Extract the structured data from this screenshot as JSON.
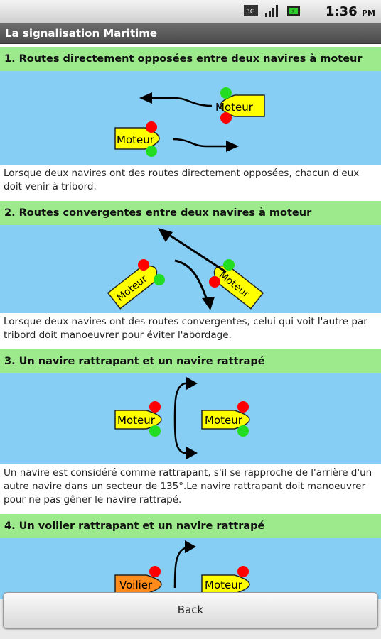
{
  "status_bar": {
    "time": "1:36",
    "time_suffix": "PM",
    "icons": [
      "sync-icon",
      "signal-icon",
      "battery-icon"
    ]
  },
  "app": {
    "title": "La signalisation Maritime"
  },
  "boat_label_moteur": "Moteur",
  "boat_label_voilier": "Voilier",
  "sections": [
    {
      "heading": "1. Routes directement opposées entre deux navires à moteur",
      "description": "Lorsque deux navires ont des routes directement opposées, chacun d'eux doit venir à tribord."
    },
    {
      "heading": "2. Routes convergentes entre deux navires à moteur",
      "description": "Lorsque deux navires ont des routes convergentes, celui qui voit l'autre par tribord doit manoeuvrer pour éviter l'abordage."
    },
    {
      "heading": "3. Un navire rattrapant et un navire rattrapé",
      "description": "Un navire est considéré comme rattrapant, s'il se rapproche de l'arrière d'un autre navire dans un secteur de 135°.Le navire rattrapant doit manoeuvrer pour ne pas gêner le navire rattrapé."
    },
    {
      "heading": "4. Un voilier rattrapant et un navire rattrapé",
      "description": ""
    }
  ],
  "colors": {
    "header_green": "#9dea8c",
    "water_blue": "#87cef4",
    "boat_yellow": "#ffff00",
    "sail_orange": "#ff8c1a",
    "light_red": "#ff0000",
    "light_green": "#22dd22"
  },
  "back_button": {
    "label": "Back"
  }
}
